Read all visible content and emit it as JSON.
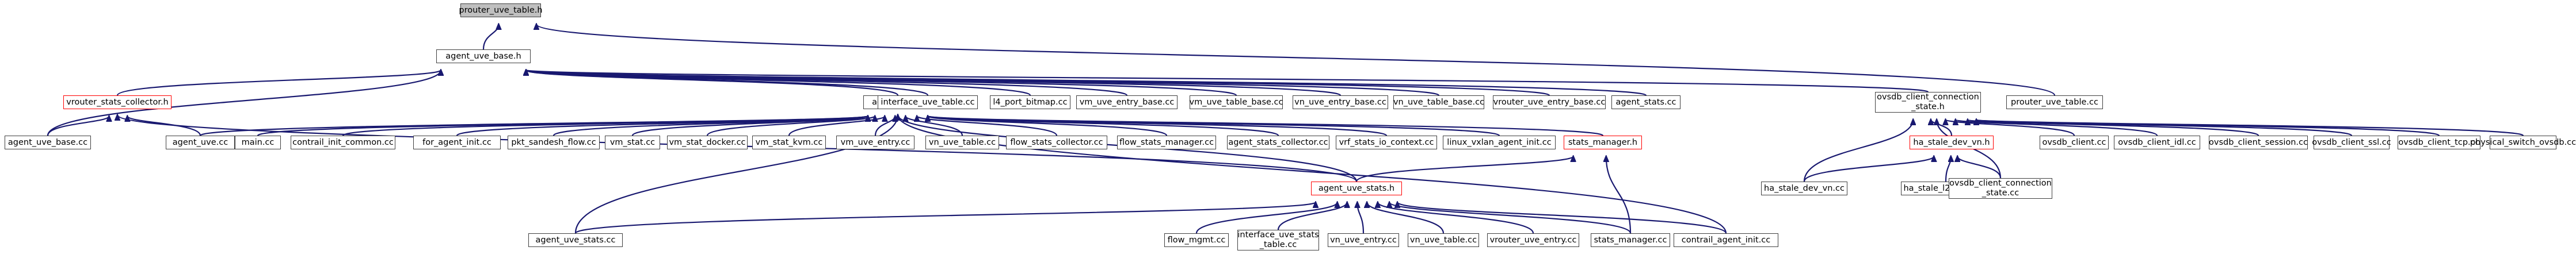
{
  "graph": {
    "edge_color": "#191970",
    "node_border": "#404040",
    "highlight_border": "#ff0000",
    "root_fill": "#bfbfbf",
    "nodes": [
      {
        "id": "root",
        "label": "prouter_uve_table.h",
        "style": "root"
      },
      {
        "id": "auvb",
        "label": "agent_uve_base.h",
        "style": "normal"
      },
      {
        "id": "vsc",
        "label": "vrouter_stats_collector.h",
        "style": "red"
      },
      {
        "id": "auh",
        "label": "agent_uve.h",
        "style": "normal"
      },
      {
        "id": "ocs",
        "label": "ovsdb_client_connection\n_state.h",
        "style": "normal"
      },
      {
        "id": "auvbcc",
        "label": "agent_uve_base.cc",
        "style": "normal"
      },
      {
        "id": "auvcc",
        "label": "agent_uve.cc",
        "style": "normal"
      },
      {
        "id": "maincc",
        "label": "main.cc",
        "style": "normal"
      },
      {
        "id": "cicc",
        "label": "contrail_init_common.cc",
        "style": "normal"
      },
      {
        "id": "faicc",
        "label": "for_agent_init.cc",
        "style": "normal"
      },
      {
        "id": "psfcc",
        "label": "pkt_sandesh_flow.cc",
        "style": "normal"
      },
      {
        "id": "vmstatcc",
        "label": "vm_stat.cc",
        "style": "normal"
      },
      {
        "id": "vmsdcc",
        "label": "vm_stat_docker.cc",
        "style": "normal"
      },
      {
        "id": "vmskcc",
        "label": "vm_stat_kvm.cc",
        "style": "normal"
      },
      {
        "id": "vuecc",
        "label": "vm_uve_entry.cc",
        "style": "normal"
      },
      {
        "id": "vutcc",
        "label": "vn_uve_table.cc",
        "style": "normal"
      },
      {
        "id": "fsccc",
        "label": "flow_stats_collector.cc",
        "style": "normal"
      },
      {
        "id": "fsmcc",
        "label": "flow_stats_manager.cc",
        "style": "normal"
      },
      {
        "id": "ascc",
        "label": "agent_stats_collector.cc",
        "style": "normal"
      },
      {
        "id": "vrfcc",
        "label": "vrf_stats_io_context.cc",
        "style": "normal"
      },
      {
        "id": "lvaicc",
        "label": "linux_vxlan_agent_init.cc",
        "style": "normal"
      },
      {
        "id": "smh",
        "label": "stats_manager.h",
        "style": "red"
      },
      {
        "id": "iutcc",
        "label": "interface_uve_table.cc",
        "style": "normal"
      },
      {
        "id": "l4cc",
        "label": "l4_port_bitmap.cc",
        "style": "normal"
      },
      {
        "id": "vmuebcc",
        "label": "vm_uve_entry_base.cc",
        "style": "normal"
      },
      {
        "id": "vmutbcc",
        "label": "vm_uve_table_base.cc",
        "style": "normal"
      },
      {
        "id": "vnuebcc",
        "label": "vn_uve_entry_base.cc",
        "style": "normal"
      },
      {
        "id": "vnutbcc",
        "label": "vn_uve_table_base.cc",
        "style": "normal"
      },
      {
        "id": "vruebcc",
        "label": "vrouter_uve_entry_base.cc",
        "style": "normal"
      },
      {
        "id": "astatscc",
        "label": "agent_stats.cc",
        "style": "normal"
      },
      {
        "id": "putcc",
        "label": "prouter_uve_table.cc",
        "style": "normal"
      },
      {
        "id": "austh",
        "label": "agent_uve_stats.h",
        "style": "red"
      },
      {
        "id": "auscc",
        "label": "agent_uve_stats.cc",
        "style": "normal"
      },
      {
        "id": "fmcc",
        "label": "flow_mgmt.cc",
        "style": "normal"
      },
      {
        "id": "iustcc",
        "label": "interface_uve_stats\n_table.cc",
        "style": "normal"
      },
      {
        "id": "vnuecc",
        "label": "vn_uve_entry.cc",
        "style": "normal"
      },
      {
        "id": "vnutcc",
        "label": "vn_uve_table.cc",
        "style": "normal"
      },
      {
        "id": "vrueCC",
        "label": "vrouter_uve_entry.cc",
        "style": "normal"
      },
      {
        "id": "smcc",
        "label": "stats_manager.cc",
        "style": "normal"
      },
      {
        "id": "caicc",
        "label": "contrail_agent_init.cc",
        "style": "normal"
      },
      {
        "id": "hsdvh",
        "label": "ha_stale_dev_vn.h",
        "style": "red"
      },
      {
        "id": "hsdvcc",
        "label": "ha_stale_dev_vn.cc",
        "style": "normal"
      },
      {
        "id": "hsl2cc",
        "label": "ha_stale_l2_route.cc",
        "style": "normal"
      },
      {
        "id": "ocscc",
        "label": "ovsdb_client_connection\n_state.cc",
        "style": "normal"
      },
      {
        "id": "occc",
        "label": "ovsdb_client.cc",
        "style": "normal"
      },
      {
        "id": "ocidlcc",
        "label": "ovsdb_client_idl.cc",
        "style": "normal"
      },
      {
        "id": "ocsesscc",
        "label": "ovsdb_client_session.cc",
        "style": "normal"
      },
      {
        "id": "ocsslcc",
        "label": "ovsdb_client_ssl.cc",
        "style": "normal"
      },
      {
        "id": "octcpcc",
        "label": "ovsdb_client_tcp.cc",
        "style": "normal"
      },
      {
        "id": "psocc",
        "label": "physical_switch_ovsdb.cc",
        "style": "normal"
      }
    ],
    "edges": [
      [
        "root",
        "auvb"
      ],
      [
        "root",
        "putcc"
      ],
      [
        "auvb",
        "vsc"
      ],
      [
        "auvb",
        "auh"
      ],
      [
        "auvb",
        "auvbcc"
      ],
      [
        "auvb",
        "iutcc"
      ],
      [
        "auvb",
        "l4cc"
      ],
      [
        "auvb",
        "vmuebcc"
      ],
      [
        "auvb",
        "vmutbcc"
      ],
      [
        "auvb",
        "vnuebcc"
      ],
      [
        "auvb",
        "vnutbcc"
      ],
      [
        "auvb",
        "vruebcc"
      ],
      [
        "auvb",
        "astatscc"
      ],
      [
        "auvb",
        "ocs"
      ],
      [
        "vsc",
        "auvbcc"
      ],
      [
        "vsc",
        "auvcc"
      ],
      [
        "vsc",
        "austh"
      ],
      [
        "auh",
        "auvcc"
      ],
      [
        "auh",
        "maincc"
      ],
      [
        "auh",
        "cicc"
      ],
      [
        "auh",
        "faicc"
      ],
      [
        "auh",
        "psfcc"
      ],
      [
        "auh",
        "vmstatcc"
      ],
      [
        "auh",
        "vmsdcc"
      ],
      [
        "auh",
        "vmskcc"
      ],
      [
        "auh",
        "vuecc"
      ],
      [
        "auh",
        "vutcc"
      ],
      [
        "auh",
        "fsccc"
      ],
      [
        "auh",
        "fsmcc"
      ],
      [
        "auh",
        "ascc"
      ],
      [
        "auh",
        "vrfcc"
      ],
      [
        "auh",
        "lvaicc"
      ],
      [
        "auh",
        "smh"
      ],
      [
        "auh",
        "caicc"
      ],
      [
        "auh",
        "austh"
      ],
      [
        "auh",
        "auscc"
      ],
      [
        "smh",
        "austh"
      ],
      [
        "smh",
        "smcc"
      ],
      [
        "austh",
        "auscc"
      ],
      [
        "austh",
        "fmcc"
      ],
      [
        "austh",
        "iustcc"
      ],
      [
        "austh",
        "vnuecc"
      ],
      [
        "austh",
        "vnutcc"
      ],
      [
        "austh",
        "vrueCC"
      ],
      [
        "austh",
        "smcc"
      ],
      [
        "austh",
        "caicc"
      ],
      [
        "ocs",
        "hsdvh"
      ],
      [
        "ocs",
        "hsdvcc"
      ],
      [
        "ocs",
        "ocscc"
      ],
      [
        "ocs",
        "occc"
      ],
      [
        "ocs",
        "ocidlcc"
      ],
      [
        "ocs",
        "ocsesscc"
      ],
      [
        "ocs",
        "ocsslcc"
      ],
      [
        "ocs",
        "octcpcc"
      ],
      [
        "ocs",
        "psocc"
      ],
      [
        "hsdvh",
        "hsdvcc"
      ],
      [
        "hsdvh",
        "hsl2cc"
      ],
      [
        "hsdvh",
        "ocscc"
      ]
    ]
  }
}
